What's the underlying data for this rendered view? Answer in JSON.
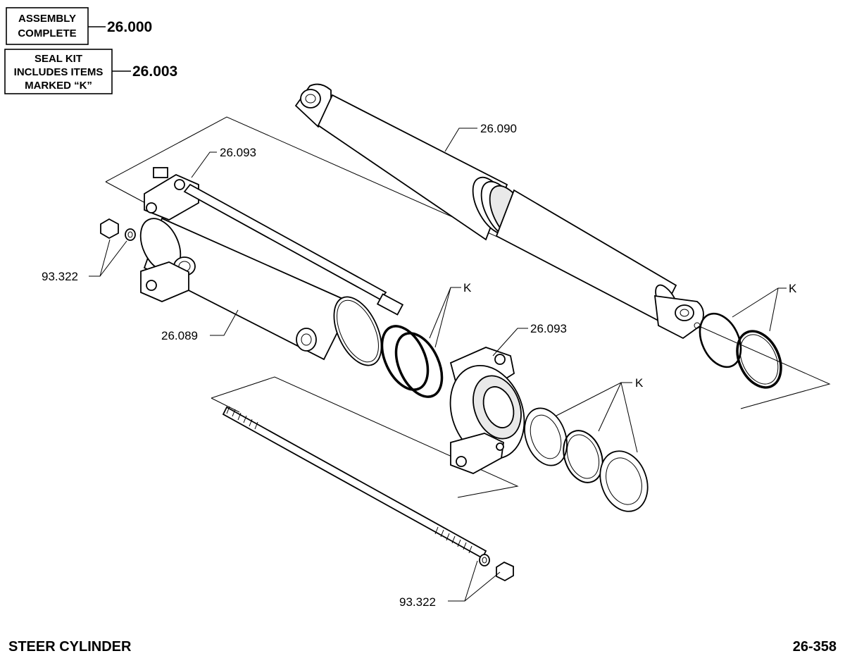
{
  "legend": {
    "assembly_label_line1": "ASSEMBLY",
    "assembly_label_line2": "COMPLETE",
    "assembly_number": "26.000",
    "seal_kit_line1": "SEAL KIT",
    "seal_kit_line2": "INCLUDES ITEMS",
    "seal_kit_line3": "MARKED “K”",
    "seal_kit_number": "26.003"
  },
  "callouts": {
    "rod": "26.090",
    "end_cap_top": "26.093",
    "end_cap_bottom": "26.093",
    "barrel": "26.089",
    "hardware_top": "93.322",
    "hardware_bottom": "93.322",
    "kit_mark_1": "K",
    "kit_mark_2": "K",
    "kit_mark_3": "K"
  },
  "footer": {
    "title": "STEER CYLINDER",
    "page_number": "26-358"
  }
}
